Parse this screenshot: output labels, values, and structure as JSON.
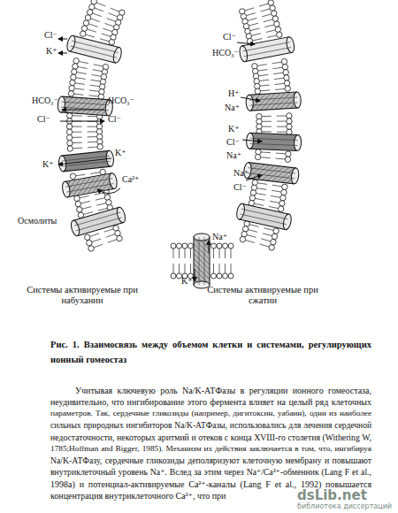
{
  "diagram": {
    "caption": "Рис. 1. Взаимосвязь между объемом клетки и системами, регулирующих ионный гомеостаз",
    "labels": [
      "Cl⁻",
      "K⁺",
      "HCO₃⁻",
      "HCO₃⁻",
      "Cl⁻",
      "Cl⁻",
      "K⁺",
      "K⁺",
      "Ca²⁺",
      "Осмолиты",
      "Cl⁻",
      "HCO₃⁻",
      "H⁺",
      "Na⁺",
      "K⁺",
      "Cl⁻",
      "Na⁺",
      "Na⁺",
      "Cl⁻",
      "Na⁺",
      "K⁺",
      "Системы активируемые при набухании",
      "Системы активируемые при сжатии",
      "Учитывая ключевую роль Na/K-АТФазы в регуляции ионного гомеостаза,",
      "неудивительно, что ингибирование этого фермента влияет на целый ряд клеточных",
      "параметров. Так, сердечные гликозиды (например, дигитоксин, уабаин), одни из наиболее",
      "сильных природных ингибиторов Na/K-АТФазы, использовались для лечения сердечной",
      "недостаточности, некоторых аритмий и отеков с конца XVIII-го столетия (Withering W,",
      "1785;Hoffman and Bigger, 1985). Механизм их действия заключается в том, что, ингибируя",
      "Na/K-АТФазу, сердечные гликозиды деполяризуют клеточную мембрану и повышают",
      "внутриклеточный уровень Na⁺. Вслед за этим через Na⁺/Ca²⁺-обменник (Lang F et al.,",
      "1998a) и потенциал-активируемые Ca²⁺-каналы (Lang F et al., 1992) повышается",
      "концентрация внутриклеточного Ca²⁺, что при",
      "dsLib.net",
      "библиотека диссертаций"
    ]
  }
}
